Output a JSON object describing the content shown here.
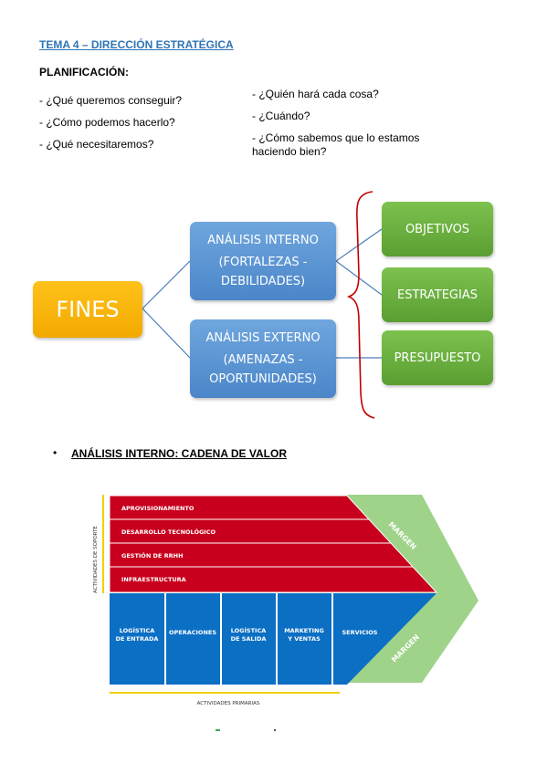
{
  "header": {
    "title": "TEMA 4 – DIRECCIÓN ESTRATÉGICA",
    "subtitle": "PLANIFICACIÓN:"
  },
  "questions_left": [
    "- ¿Qué queremos conseguir?",
    "- ¿Cómo podemos hacerlo?",
    "- ¿Qué necesitaremos?"
  ],
  "questions_right": [
    "- ¿Quién hará cada cosa?",
    "- ¿Cuándo?",
    "- ¿Cómo sabemos que lo estamos",
    "haciendo bien?"
  ],
  "diagram": {
    "fines": "FINES",
    "internal": [
      "ANÁLISIS INTERNO",
      "(FORTALEZAS -",
      "DEBILIDADES)"
    ],
    "external": [
      "ANÁLISIS EXTERNO",
      "(AMENAZAS -",
      "OPORTUNIDADES)"
    ],
    "objetivos": "OBJETIVOS",
    "estrategias": "ESTRATEGIAS",
    "presupuesto": "PRESUPUESTO",
    "colors": {
      "fines": "#f5b000",
      "analysis": "#5b95d5",
      "outcome": "#6bb23f",
      "brace": "#c00000"
    }
  },
  "section": {
    "bullet": "•",
    "title": "ANÁLISIS INTERNO: CADENA DE VALOR"
  },
  "value_chain": {
    "support_label": "ACTIVIDADES DE SOPORTE",
    "primary_label": "ACTIVIDADES PRIMARIAS",
    "support": [
      "APROVISIONAMIENTO",
      "DESARROLLO TECNOLÓGICO",
      "GESTIÓN DE RRHH",
      "INFRAESTRUCTURA"
    ],
    "primary": [
      [
        "LOGÍSTICA",
        "DE ENTRADA"
      ],
      [
        "OPERACIONES"
      ],
      [
        "LOGÍSTICA",
        "DE SALIDA"
      ],
      [
        "MARKETING",
        "Y VENTAS"
      ],
      [
        "SERVICIOS"
      ]
    ],
    "margin_top": "MARGEN",
    "margin_bottom": "MARGEN",
    "colors": {
      "support": "#c8001e",
      "primary": "#0b6fc4",
      "margin": "#9fd38a",
      "rule": "#f0d000"
    }
  }
}
